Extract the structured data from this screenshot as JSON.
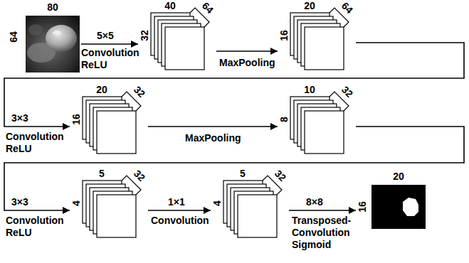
{
  "diagram": {
    "nodes": [
      {
        "text": [
          "80",
          "64"
        ]
      },
      {
        "text": [
          "40",
          "32",
          "64"
        ]
      },
      {
        "text": [
          "20",
          "16",
          "64"
        ]
      },
      {
        "text": [
          "20",
          "16",
          "32"
        ]
      },
      {
        "text": [
          "10",
          "8",
          "32"
        ]
      },
      {
        "text": [
          "5",
          "4",
          "32"
        ]
      },
      {
        "text": [
          "5",
          "4",
          "32"
        ]
      },
      {
        "text": [
          "20",
          "16"
        ]
      }
    ],
    "edges": [
      {
        "from": 0,
        "to": 1,
        "arrow": "to"
      },
      {
        "from": 1,
        "to": 2,
        "arrow": "to"
      },
      {
        "from": 2,
        "to": 3,
        "arrow": "to"
      },
      {
        "from": 3,
        "to": 4,
        "arrow": "to"
      },
      {
        "from": 4,
        "to": 5,
        "arrow": "to"
      },
      {
        "from": 5,
        "to": 6,
        "arrow": "to"
      },
      {
        "from": 6,
        "to": 7,
        "arrow": "to"
      }
    ],
    "labels": [
      "5×5",
      "Convolution ReLU",
      "MaxPooling",
      "3×3",
      "Convolution ReLU",
      "MaxPooling",
      "3×3",
      "Convolution ReLU",
      "1×1",
      "Convolution",
      "8×8",
      "Transposed-Convolution Sigmoid"
    ]
  }
}
